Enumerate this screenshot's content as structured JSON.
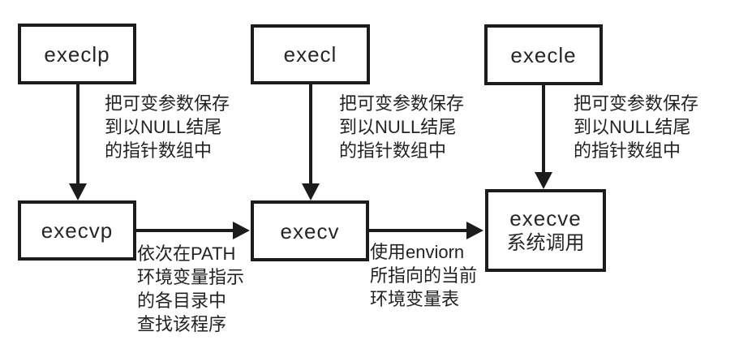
{
  "colors": {
    "line": "#1c1c1c",
    "box_border": "#1c1c1c",
    "box_background": "#ffffff",
    "page_background": "#ffffff",
    "text": "#222222"
  },
  "boxes": {
    "execlp": {
      "label": "execlp"
    },
    "execl": {
      "label": "execl"
    },
    "execle": {
      "label": "execle"
    },
    "execvp": {
      "label": "execvp"
    },
    "execv": {
      "label": "execv"
    },
    "execve": {
      "label": "execve",
      "sublabel": "系统调用"
    }
  },
  "annotations": {
    "execlp_to_execvp": {
      "line1": "把可变参数保存",
      "line2": "到以NULL结尾",
      "line3": "的指针数组中"
    },
    "execl_to_execv": {
      "line1": "把可变参数保存",
      "line2": "到以NULL结尾",
      "line3": "的指针数组中"
    },
    "execle_to_execve": {
      "line1": "把可变参数保存",
      "line2": "到以NULL结尾",
      "line3": "的指针数组中"
    },
    "execvp_to_execv": {
      "line1": "依次在PATH",
      "line2": "环境变量指示",
      "line3": "的各目录中",
      "line4": "查找该程序"
    },
    "execv_to_execve": {
      "line1": "使用enviorn",
      "line2": "所指向的当前",
      "line3": "环境变量表"
    }
  }
}
